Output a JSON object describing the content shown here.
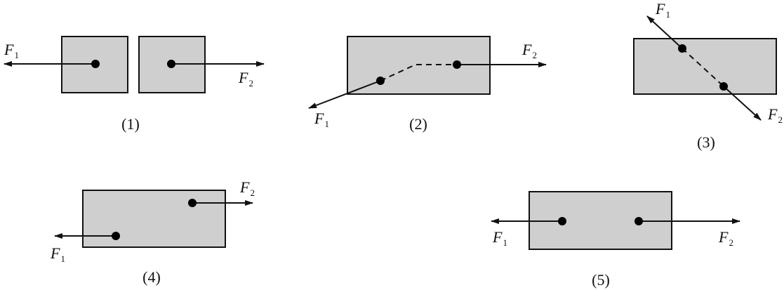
{
  "force_labels": {
    "f1": "F",
    "f2": "F",
    "sub1": "1",
    "sub2": "2"
  },
  "captions": [
    "(1)",
    "(2)",
    "(3)",
    "(4)",
    "(5)"
  ]
}
